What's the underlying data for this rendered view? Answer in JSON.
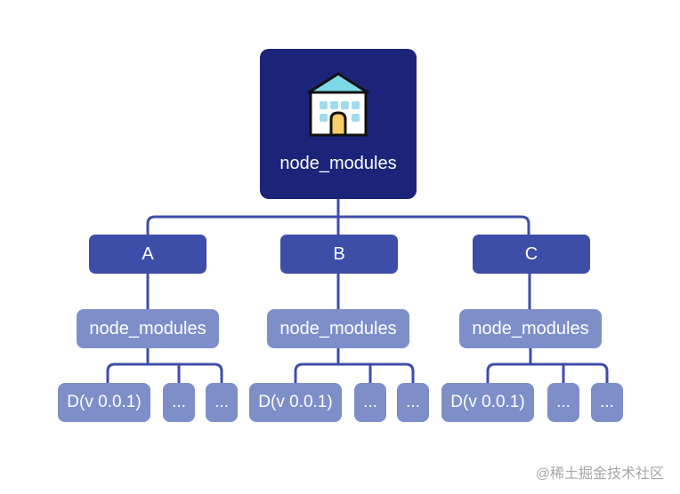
{
  "root": {
    "label": "node_modules",
    "icon": "house-icon"
  },
  "colors": {
    "root_fill": "#1b2478",
    "package_fill": "#3d4ea8",
    "module_fill": "#7e8ec9",
    "connector": "#3e4ea8"
  },
  "packages": [
    {
      "label": "A",
      "node_modules": "node_modules",
      "deps": [
        "D(v 0.0.1)",
        "...",
        "..."
      ]
    },
    {
      "label": "B",
      "node_modules": "node_modules",
      "deps": [
        "D(v 0.0.1)",
        "...",
        "..."
      ]
    },
    {
      "label": "C",
      "node_modules": "node_modules",
      "deps": [
        "D(v 0.0.1)",
        "...",
        "..."
      ]
    }
  ],
  "watermark": "@稀土掘金技术社区"
}
